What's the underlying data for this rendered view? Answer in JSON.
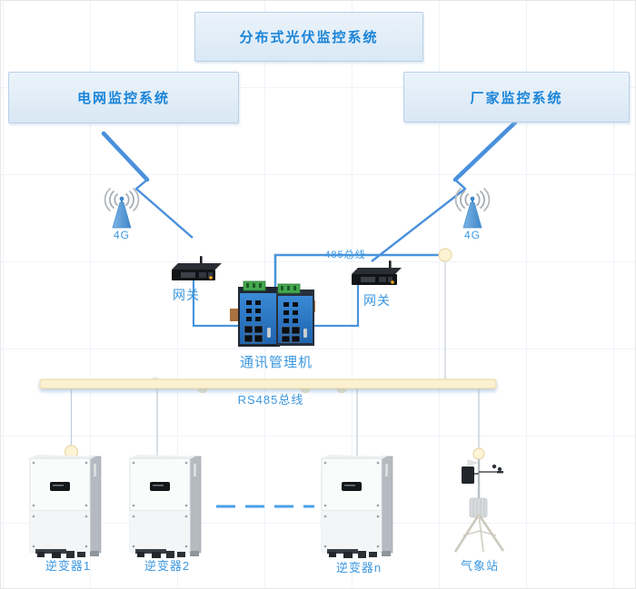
{
  "nodes": {
    "pv_monitor_system": {
      "label": "分布式光伏监控系统"
    },
    "grid_monitor_system": {
      "label": "电网监控系统"
    },
    "vendor_monitor_system": {
      "label": "厂家监控系统"
    },
    "fourg_left": {
      "label": "4G"
    },
    "fourg_right": {
      "label": "4G"
    },
    "gateway_left": {
      "label": "网关"
    },
    "gateway_right": {
      "label": "网关"
    },
    "comm_manager": {
      "label": "通讯管理机"
    },
    "inverter_1": {
      "label": "逆变器1"
    },
    "inverter_2": {
      "label": "逆变器2"
    },
    "inverter_n": {
      "label": "逆变器n"
    },
    "weather_station": {
      "label": "气象站"
    }
  },
  "buses": {
    "bus_485": {
      "label": "485总线"
    },
    "bus_rs485": {
      "label": "RS485总线"
    }
  },
  "icons": {
    "wireless_link": "lightning-link-icon",
    "fourg_antenna": "4g-antenna-icon",
    "gateway_router": "router-icon",
    "comm_manager": "industrial-switch-icon",
    "inverter": "inverter-icon",
    "weather_station": "weather-station-icon",
    "bus_node": "connection-node-circle"
  },
  "colors": {
    "label_blue": "#3b97e0",
    "box_text_blue": "#1a84d8",
    "box_fill_top": "#ebf3fa",
    "box_fill_bottom": "#d9e8f5",
    "box_border": "#b9d0e8",
    "line_blue": "#4a94dd",
    "dash_blue": "#4aa0e8",
    "thin_line_gray": "#c2cdd9",
    "bus_fill": "#fbf1d0",
    "bus_border": "#e8d7a2",
    "node_circle_fill": "#fdf3d5"
  }
}
